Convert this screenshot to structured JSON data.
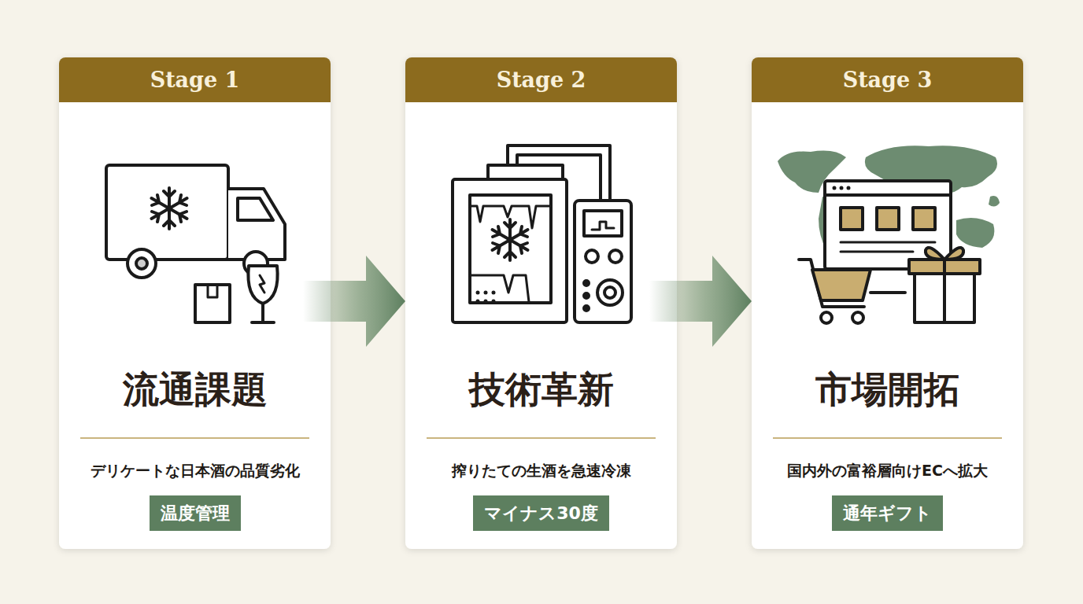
{
  "diagram": {
    "nodes": [
      {
        "text": [
          "Stage 1",
          "流通課題",
          "デリケートな日本酒の品質劣化"
        ]
      },
      {
        "text": [
          "温度管理"
        ],
        "in": 0
      },
      {
        "text": [
          "Stage 2",
          "技術革新",
          "搾りたての生酒を急速冷凍"
        ]
      },
      {
        "text": [
          "マイナス30度"
        ],
        "in": 2
      },
      {
        "text": [
          "Stage 3",
          "市場開拓",
          "国内外の富裕層向けECへ拡大"
        ]
      },
      {
        "text": [
          "通年ギフト"
        ],
        "in": 4
      }
    ],
    "edges": [
      {
        "from": 0,
        "to": 2,
        "arrow": "to"
      },
      {
        "from": 2,
        "to": 4,
        "arrow": "to"
      }
    ]
  }
}
